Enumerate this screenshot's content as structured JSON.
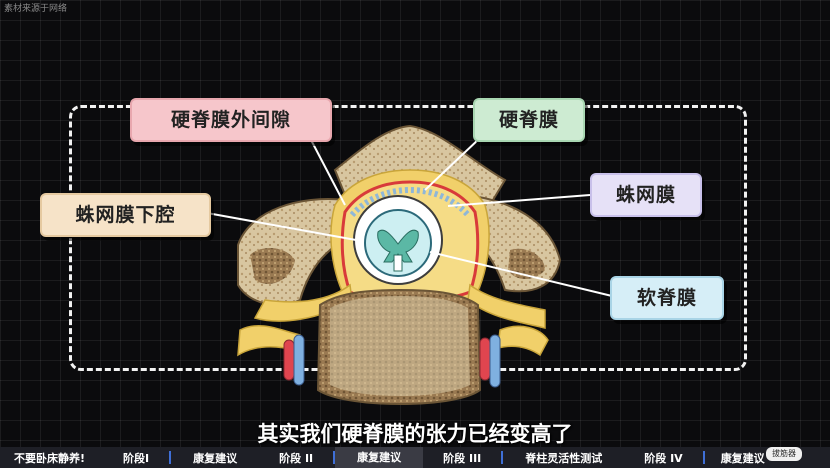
{
  "watermark": "素材来源于网络",
  "labels": {
    "epidural_space": "硬脊膜外间隙",
    "dura_mater": "硬脊膜",
    "arachnoid": "蛛网膜",
    "subarachnoid_space": "蛛网膜下腔",
    "pia_mater": "软脊膜"
  },
  "subtitle": "其实我们硬脊膜的张力已经变高了",
  "nav": {
    "items": [
      "不要卧床静养!",
      "阶段I",
      "康复建议",
      "阶段 II",
      "康复建议",
      "阶段 III",
      "脊柱灵活性测试",
      "阶段 IV",
      "康复建议"
    ],
    "tooltip": "拔筋器"
  },
  "colors": {
    "background": "#0b0b0d",
    "epidural_label": "#f6c6cb",
    "dura_label": "#cdebd2",
    "arachnoid_label": "#e6e1f7",
    "subarachnoid_label": "#f6e3c8",
    "pia_label": "#d6eef7",
    "nav_separator": "#3f6fd6"
  }
}
